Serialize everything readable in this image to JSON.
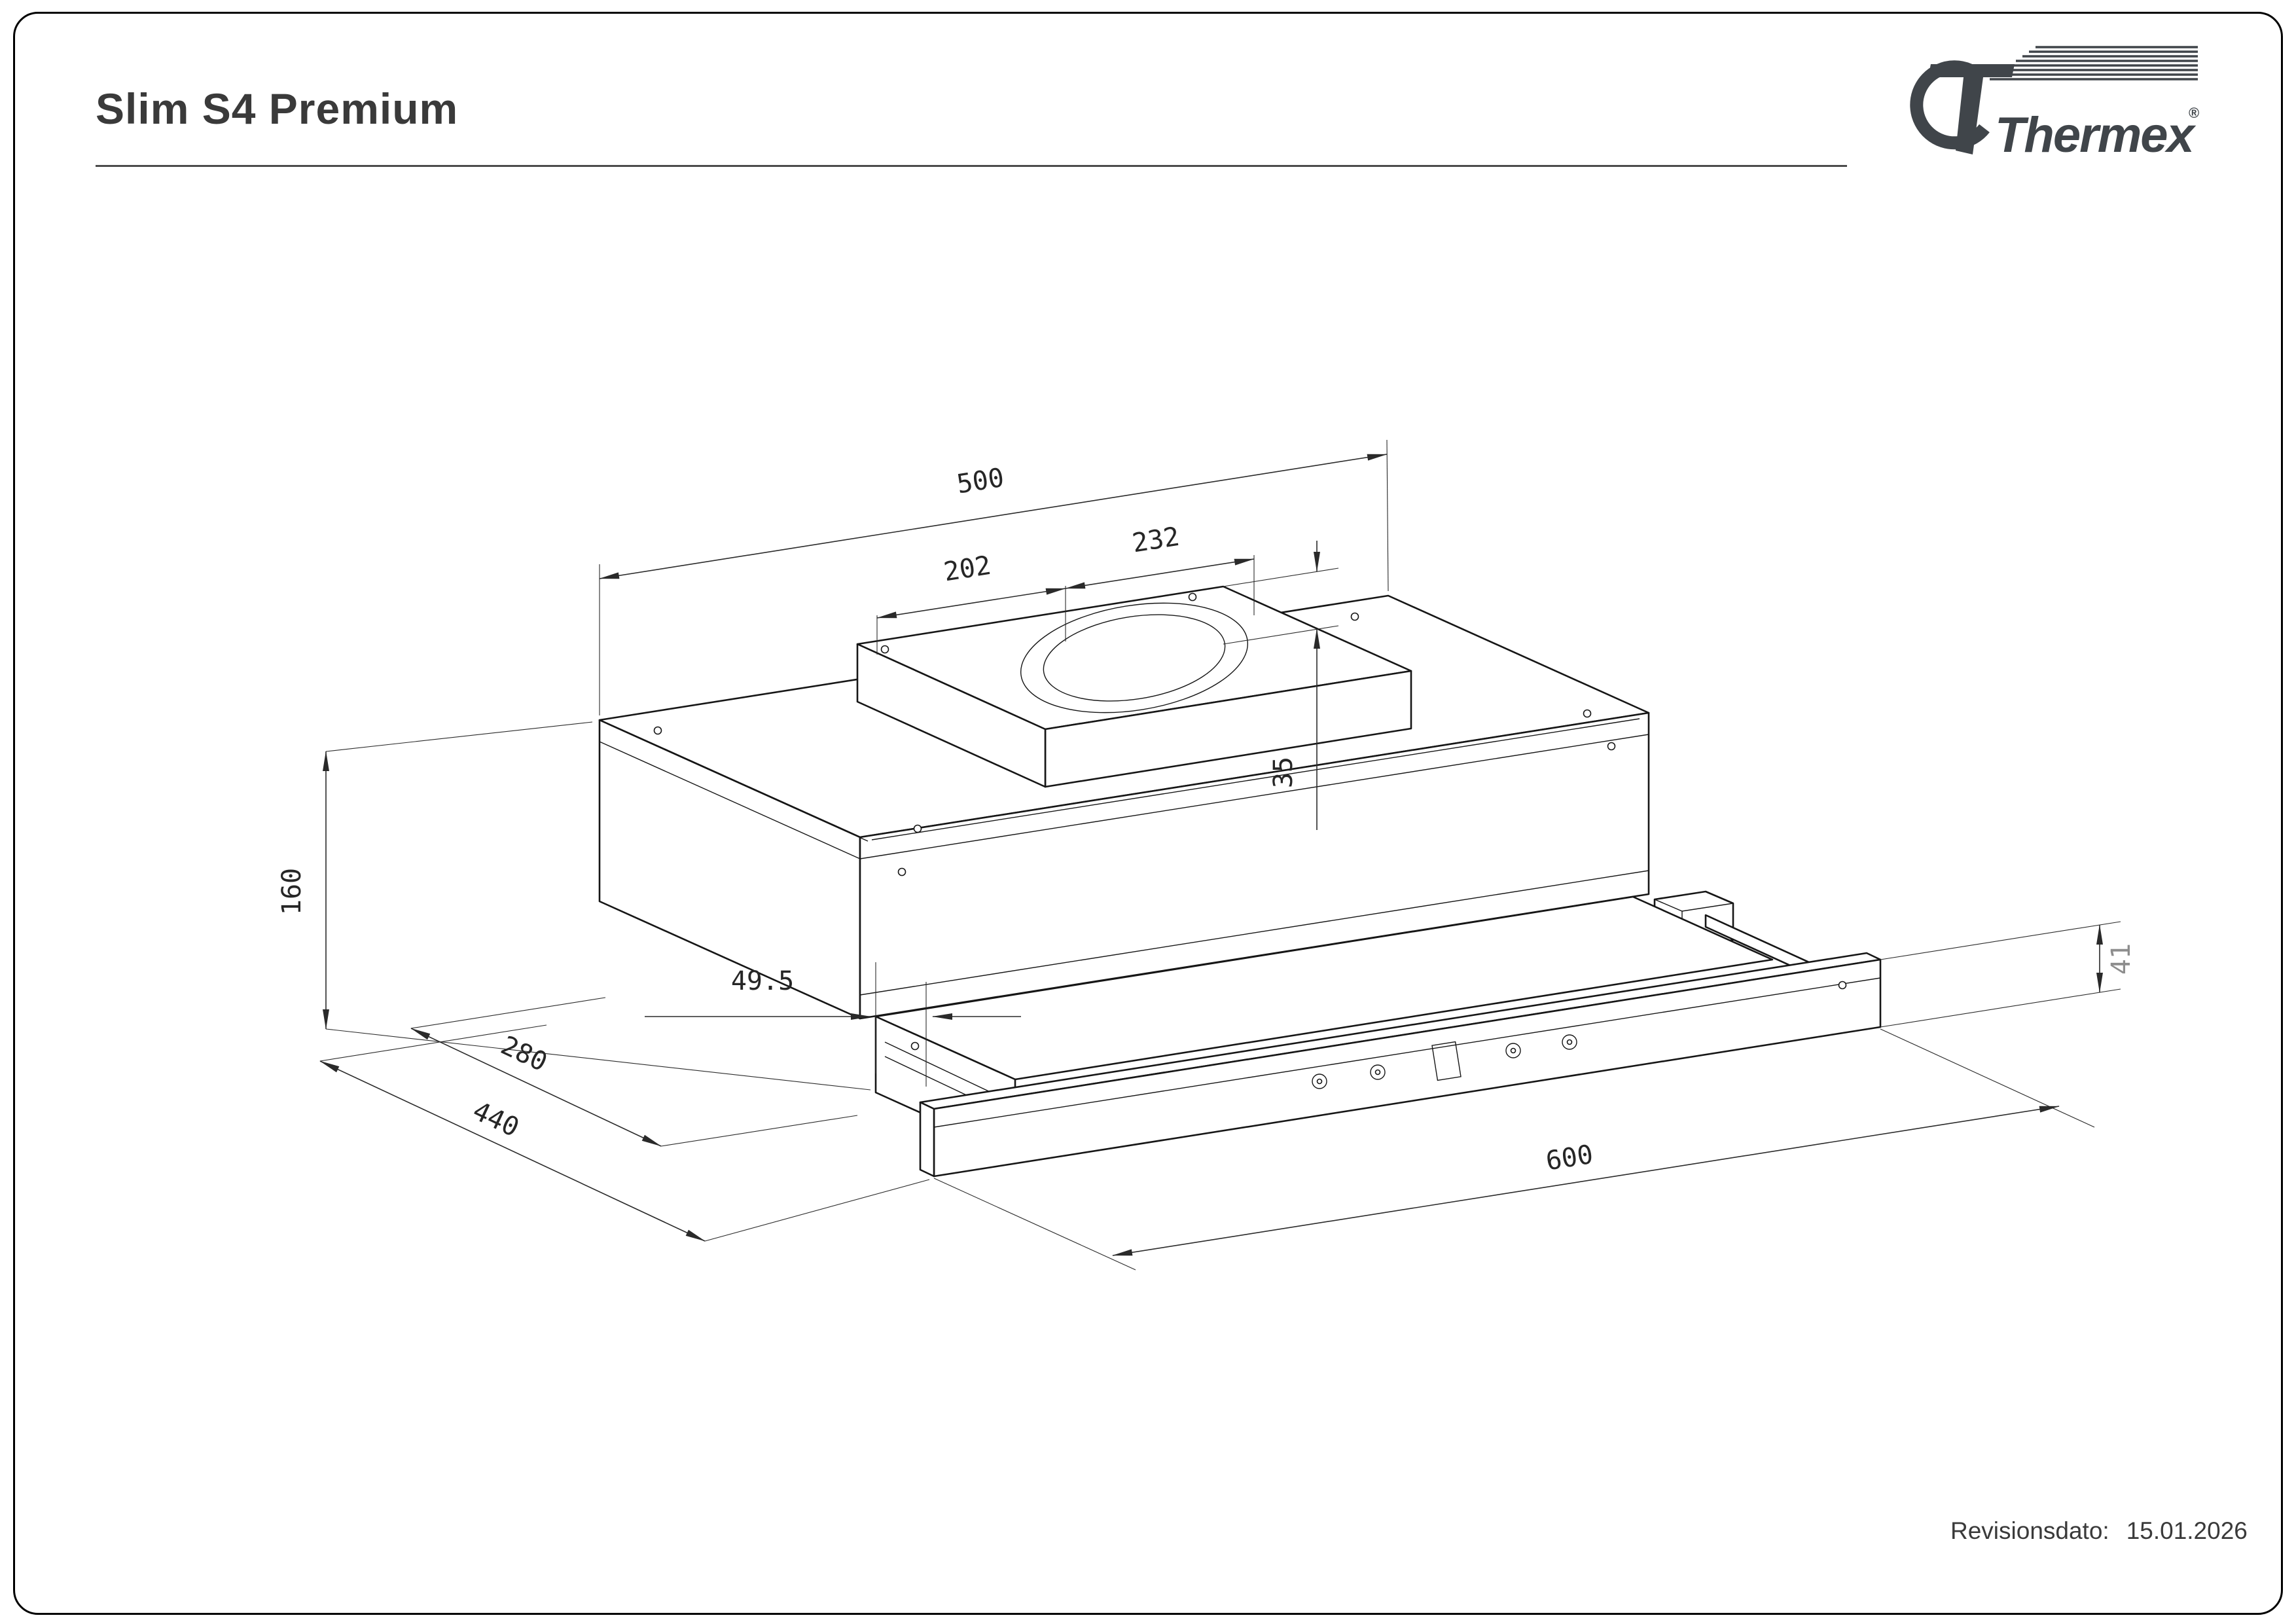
{
  "page": {
    "title": "Slim S4 Premium",
    "revision_label": "Revisionsdato:",
    "revision_date": "15.01.2026"
  },
  "brand": {
    "name": "Thermex",
    "registered": "®"
  },
  "drawing": {
    "subject": "telescopic cooker hood, isometric dimensional drawing",
    "dims": {
      "top_width": "500",
      "collar_a": "202",
      "collar_b": "232",
      "collar_height": "35",
      "body_height": "160",
      "overhang": "49.5",
      "depth_closed": "280",
      "depth_open": "440",
      "front_width": "600",
      "front_height": "41"
    },
    "colors": {
      "line": "#161616",
      "dim_text": "#262626",
      "dim_text_light": "#8d8d8d"
    }
  }
}
